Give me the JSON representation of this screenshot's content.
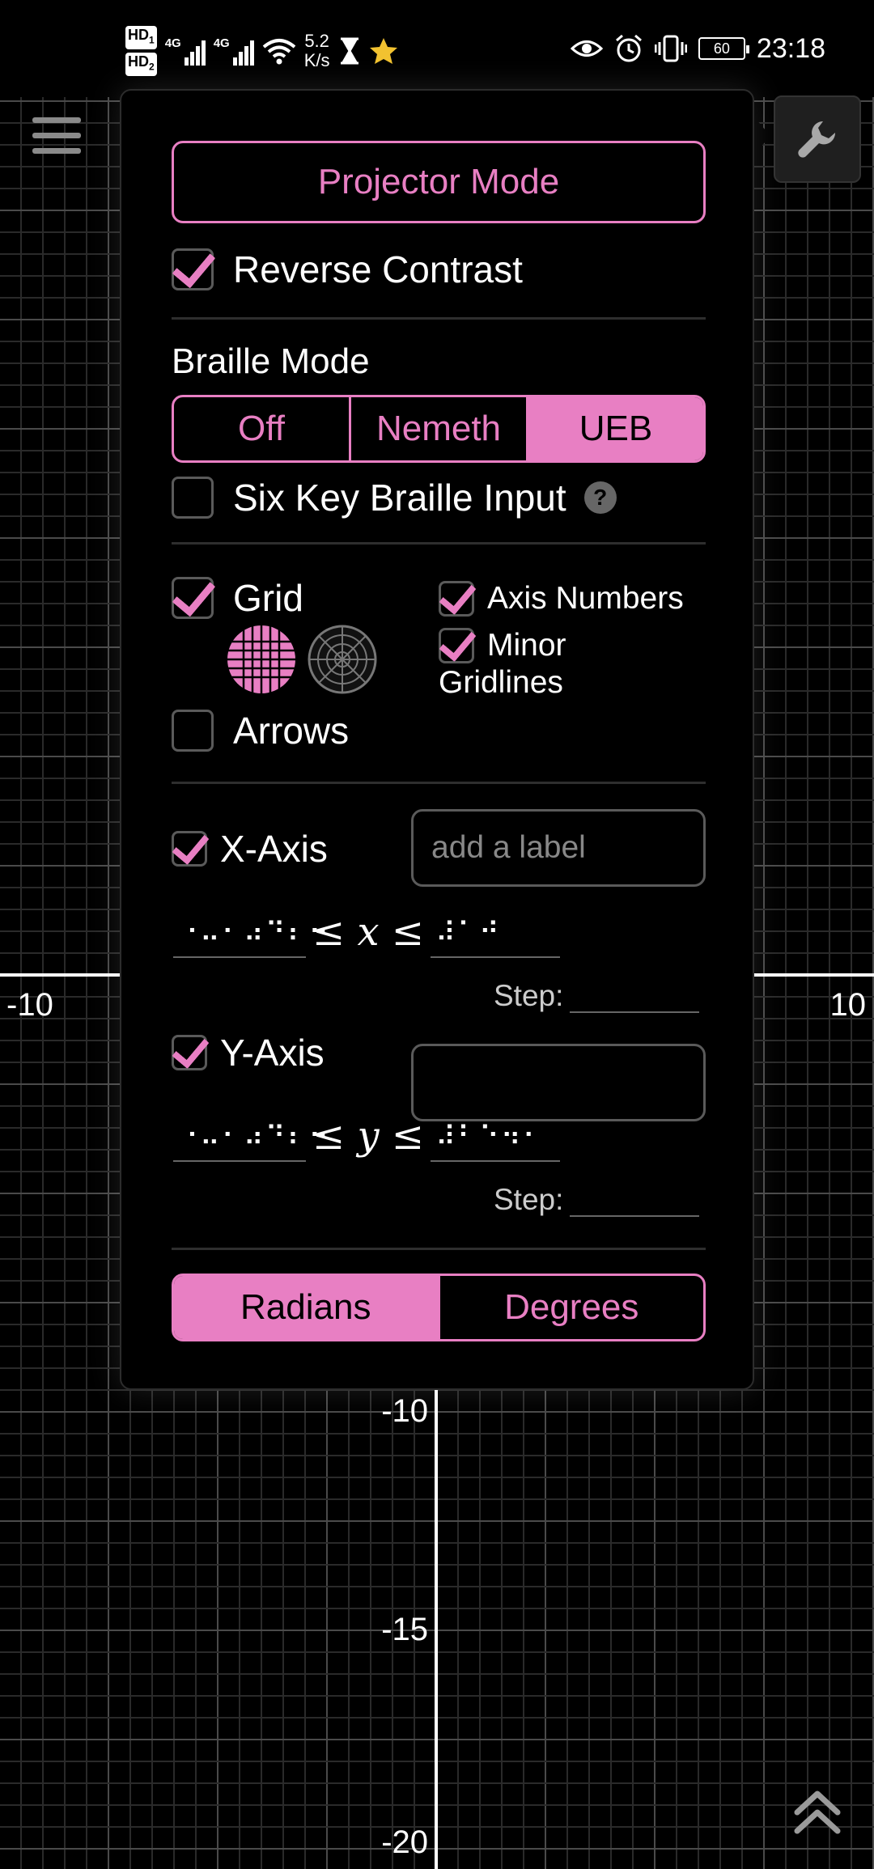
{
  "status_bar": {
    "hd1": "HD",
    "hd1_sub": "1",
    "hd2": "HD",
    "hd2_sub": "2",
    "net1": "4G",
    "net2": "4G",
    "speed_value": "5.2",
    "speed_unit": "K/s",
    "battery": "60",
    "time": "23:18",
    "icons": [
      "wifi-icon",
      "hourglass-icon",
      "star-icon",
      "eye-icon",
      "alarm-icon",
      "vibrate-icon",
      "battery-icon"
    ]
  },
  "graph": {
    "x_labels": [
      "-10",
      "10"
    ],
    "y_labels": [
      "-10",
      "-15",
      "-20"
    ],
    "background": "#000000",
    "axis_color": "#ffffff"
  },
  "settings": {
    "projector_mode": "Projector Mode",
    "reverse_contrast": {
      "label": "Reverse Contrast",
      "checked": true
    },
    "braille_mode": {
      "title": "Braille Mode",
      "options": [
        "Off",
        "Nemeth",
        "UEB"
      ],
      "selected": "UEB"
    },
    "six_key": {
      "label": "Six Key Braille Input",
      "checked": false,
      "help": "?"
    },
    "grid": {
      "label": "Grid",
      "checked": true,
      "types": [
        "cartesian-grid-icon",
        "polar-grid-icon"
      ],
      "selected_type": "cartesian"
    },
    "axis_numbers": {
      "label": "Axis Numbers",
      "checked": true
    },
    "minor_gridlines": {
      "label_line1": "Minor",
      "label_line2": "Gridlines",
      "checked": true
    },
    "arrows": {
      "label": "Arrows",
      "checked": false
    },
    "x_axis": {
      "label": "X-Axis",
      "checked": true,
      "input_placeholder": "add a label",
      "min_braille": "⠐⠤⠂⠴⠙⠆⠒",
      "max_braille": "⠼⠁⠚",
      "var": "x",
      "step_label": "Step:"
    },
    "y_axis": {
      "label": "Y-Axis",
      "checked": true,
      "input_placeholder": "",
      "min_braille": "⠐⠤⠂⠴⠙⠆⠒",
      "max_braille": "⠼⠃⠑⠲⠂",
      "var": "y",
      "step_label": "Step:"
    },
    "angle_mode": {
      "options": [
        "Radians",
        "Degrees"
      ],
      "selected": "Radians"
    }
  },
  "colors": {
    "accent": "#e87fc3",
    "panel_bg": "#000000",
    "muted": "#5a5a5a"
  }
}
